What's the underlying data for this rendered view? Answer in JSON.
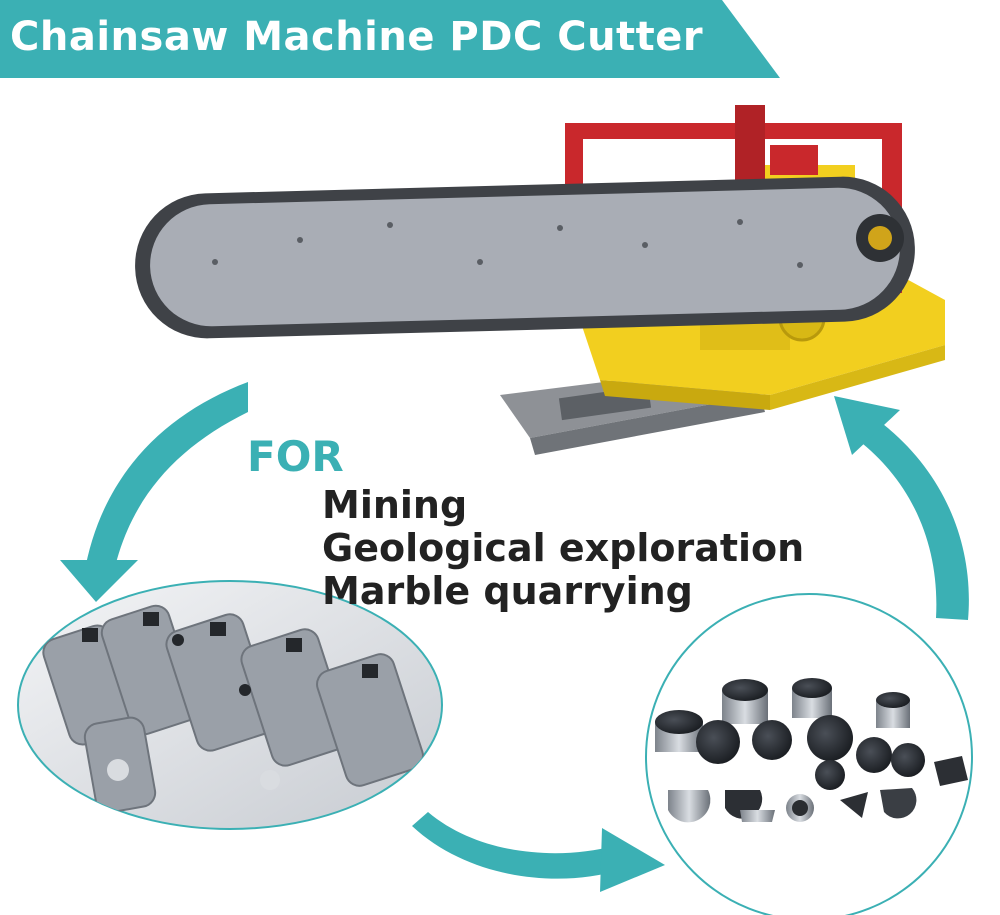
{
  "banner": {
    "title": "Chainsaw Machine PDC Cutter",
    "color": "#3bb0b4"
  },
  "purpose": {
    "prefix": "FOR",
    "uses": [
      "Mining",
      "Geological exploration",
      "Marble quarrying"
    ]
  },
  "colors": {
    "accent": "#3bb0b4",
    "text": "#222222",
    "frame_red": "#c9282c",
    "machine_yellow": "#f2cf1f",
    "blade_gray": "#a9adb5"
  },
  "icons": [
    "cycle-arrow-icon"
  ]
}
